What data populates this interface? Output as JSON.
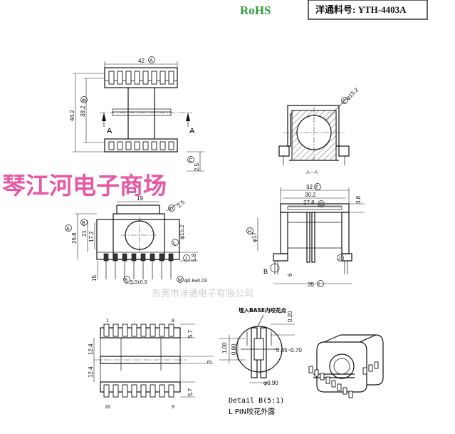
{
  "header": {
    "rohs": "RoHS",
    "part_no": "洋通料号: YTH-4403A"
  },
  "watermarks": {
    "shop": "琴江河电子商场",
    "company": "东莞市洋通电子有限公司"
  },
  "top_view": {
    "dim_42": "42",
    "dim_442": "44.2",
    "dim_392": "39.2",
    "dim_25": "2.5",
    "section_a_left": "A",
    "section_a_right": "A",
    "circ_A": "A",
    "circ_B": "B",
    "circ_C": "C"
  },
  "section_view": {
    "dim_phi152": "φ15.2",
    "label": "A—A",
    "circ_C": "C"
  },
  "front_view": {
    "dim_19": "19",
    "dim_25": "2.5",
    "dim_268": "26.8",
    "dim_21": "21",
    "dim_172": "17.2",
    "dim_phi152": "φ15.2",
    "dim_58": "5.8",
    "dim_15": "15",
    "pitch": "5.0±0.3",
    "pin_dia": "φ0.8±0.03",
    "circ_A": "A",
    "circ_B": "B",
    "circ_D": "D",
    "circ_J": "J",
    "circ_K": "K",
    "circ_L": "L",
    "circ_M": "M"
  },
  "side_view": {
    "dim_32": "32",
    "dim_302": "30.2",
    "dim_278": "27.8",
    "dim_38": "3.8",
    "dim_phi17": "φ17",
    "dim_6": "6",
    "dim_35": "35",
    "mark_b": "B",
    "circ_F": "F",
    "circ_G": "G",
    "circ_H": "H",
    "circ_I": "I",
    "circ_J": "J"
  },
  "bottom_view": {
    "pin_1": "1",
    "pin_8": "8",
    "pin_16": "16",
    "pin_9": "9",
    "dim_57a": "5.7",
    "dim_57b": "5.7",
    "dim_124a": "12.4",
    "dim_124b": "12.4",
    "dim_3": "3"
  },
  "detail": {
    "note": "埋入BASE内咬花点",
    "dim_020": "0.20",
    "dim_100": "1.00",
    "dim_080": "0.80",
    "dim_065": "0.65~0.70",
    "dim_phi090": "φ0.90",
    "title": "Detail   B(5:1)",
    "subtitle": "L PIN咬花外露"
  }
}
